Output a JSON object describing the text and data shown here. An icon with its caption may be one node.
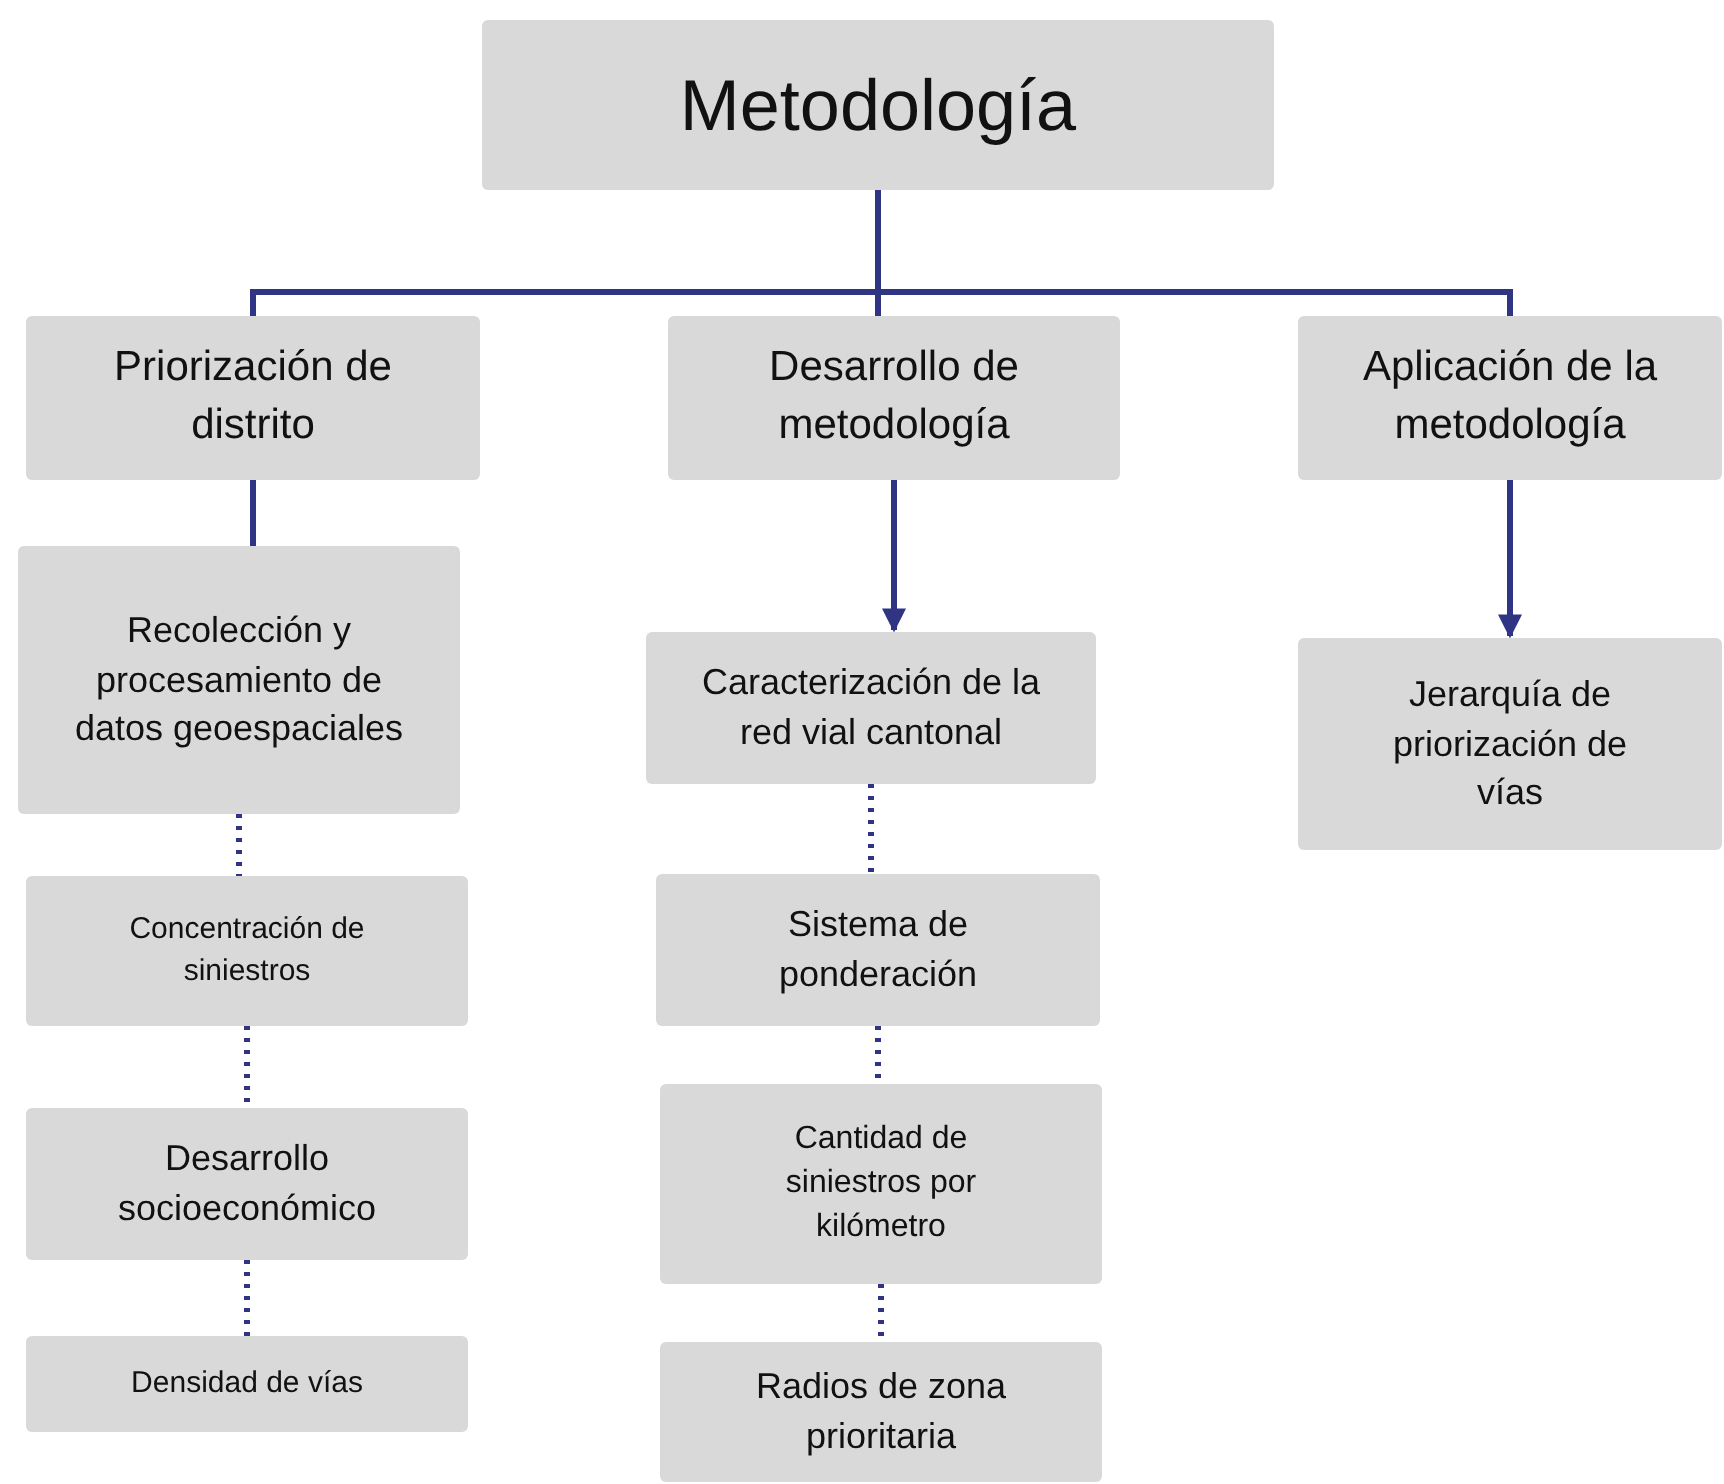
{
  "diagram": {
    "nodes": [
      {
        "text": [
          "Metodología"
        ]
      },
      {
        "text": [
          "Priorización de distrito"
        ]
      },
      {
        "text": [
          "Desarrollo de metodología"
        ]
      },
      {
        "text": [
          "Aplicación de la metodología"
        ]
      },
      {
        "text": [
          "Recolección y procesamiento de datos geoespaciales"
        ]
      },
      {
        "text": [
          "Concentración de siniestros"
        ]
      },
      {
        "text": [
          "Desarrollo socioeconómico"
        ]
      },
      {
        "text": [
          "Densidad de vías"
        ]
      },
      {
        "text": [
          "Caracterización de la red vial cantonal"
        ]
      },
      {
        "text": [
          "Sistema de ponderación"
        ]
      },
      {
        "text": [
          "Cantidad de siniestros por kilómetro"
        ]
      },
      {
        "text": [
          "Radios de zona prioritaria"
        ]
      },
      {
        "text": [
          "Jerarquía de priorización de vías"
        ]
      }
    ],
    "edges": [
      {
        "from": 0,
        "to": 1,
        "arrow": "none"
      },
      {
        "from": 0,
        "to": 2,
        "arrow": "none"
      },
      {
        "from": 0,
        "to": 3,
        "arrow": "none"
      },
      {
        "from": 1,
        "to": 4,
        "arrow": "none"
      },
      {
        "from": 2,
        "to": 8,
        "arrow": "to"
      },
      {
        "from": 3,
        "to": 12,
        "arrow": "to"
      },
      {
        "from": 4,
        "to": 5,
        "arrow": "none",
        "style": "dashed"
      },
      {
        "from": 5,
        "to": 6,
        "arrow": "none",
        "style": "dashed"
      },
      {
        "from": 6,
        "to": 7,
        "arrow": "none",
        "style": "dashed"
      },
      {
        "from": 8,
        "to": 9,
        "arrow": "none",
        "style": "dashed"
      },
      {
        "from": 9,
        "to": 10,
        "arrow": "none",
        "style": "dashed"
      },
      {
        "from": 10,
        "to": 11,
        "arrow": "none",
        "style": "dashed"
      }
    ]
  }
}
